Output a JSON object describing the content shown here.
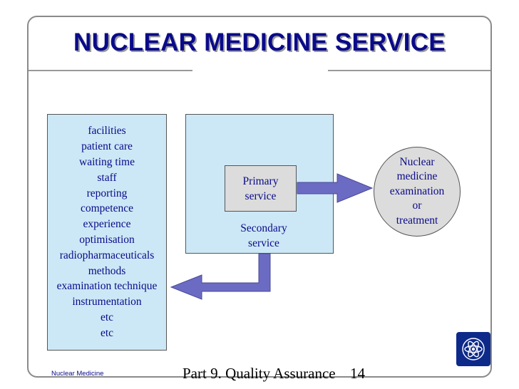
{
  "slide": {
    "title": "NUCLEAR MEDICINE SERVICE",
    "aspects": [
      "facilities",
      "patient care",
      "waiting time",
      "staff",
      "reporting",
      "competence",
      "experience",
      "optimisation",
      "radiopharmaceuticals",
      "methods",
      "examination technique",
      "instrumentation",
      "etc",
      "etc"
    ],
    "primary_service": [
      "Primary",
      "service"
    ],
    "secondary_service": [
      "Secondary",
      "service"
    ],
    "outcome": [
      "Nuclear",
      "medicine",
      "examination",
      "or",
      "treatment"
    ]
  },
  "footer": {
    "left": "Nuclear Medicine",
    "center": "Part 9.  Quality Assurance",
    "page": "14"
  },
  "colors": {
    "text_blue": "#0a0a8a",
    "box_fill": "#cce8f6",
    "grey_fill": "#dcdcdc",
    "arrow_fill": "#6b6bc4",
    "logo_bg": "#0d2a8a"
  },
  "icons": {
    "logo": "iaea-logo-icon"
  }
}
